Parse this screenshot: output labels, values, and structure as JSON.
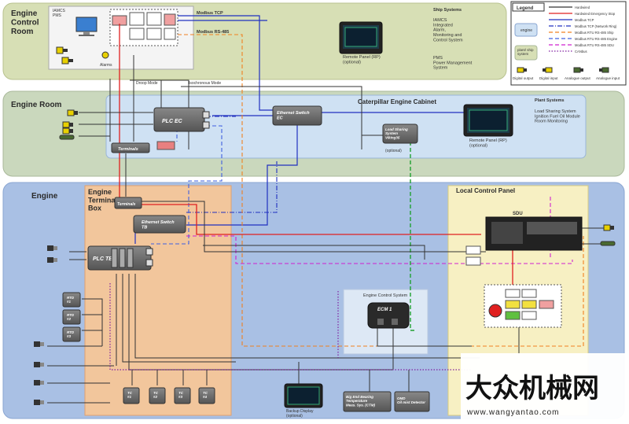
{
  "zones": {
    "engine_control_room": "Engine\nControl\nRoom",
    "engine_room": "Engine Room",
    "engine": "Engine",
    "engine_terminal_box": "Engine\nTerminal\nBox",
    "local_control_panel": "Local Control Panel",
    "cat_cabinet": "Caterpillar Engine Cabinet",
    "engine_control_system": "Engine Control System"
  },
  "ship_systems": {
    "title": "Ship Systems",
    "iamcs": "IAMCS\nIntegrated\nAlarm,\nMonitoring and\nControl System",
    "pms": "PMS\nPower Management\nSystem"
  },
  "plant_systems": {
    "title": "Plant Systems",
    "items": "Load Sharing System\nIgnition Fuel Oil Module\nRoom Monitoring"
  },
  "labels": {
    "iamcs_pms": "IAMCS\nPMS",
    "alarms": "Alarms",
    "modbus_tcp": "Modbus TCP",
    "modbus_rs485": "Modbus RS-485",
    "droop_mode": "Droop Mode",
    "isochronous_mode": "Isochronous Mode",
    "remote_panel_top": "Remote Panel (RP)\n(optional)",
    "remote_panel_mid": "Remote Panel (RP)\n(optional)",
    "plc_ec": "PLC EC",
    "ethernet_switch_ec": "Ethernet Switch\nEC",
    "terminals_er": "Terminals",
    "load_sharing": "Load Sharing\nSystem\nViking35",
    "optional": "(optional)",
    "terminals_etb": "Terminals",
    "ethernet_switch_tb": "Ethernet Switch\nTB",
    "plc_tb": "PLC TB",
    "sdu": "SDU",
    "ecm": "ECM 1",
    "rtd1": "RTD\n#1",
    "rtd2": "RTD\n#2",
    "rtd3": "RTD\n#3",
    "tc1": "TC\n#1",
    "tc2": "TC\n#2",
    "tc3": "TC\n#3",
    "tc4": "TC\n#4",
    "backup_display": "Backup Display\n(optional)",
    "big_end": "Big End Bearing\nTemperature\nMeas. Sys. (CTM)",
    "omd": "OMD\nOil mist Detector",
    "watermark_cn": "大众机械网",
    "watermark_url": "www.wangyantao.com"
  },
  "legend": {
    "title": "Legend",
    "entries": [
      {
        "label": "Hardwired",
        "color": "#333333",
        "style": "solid"
      },
      {
        "label": "Hardwired Emergency Stop",
        "color": "#e02020",
        "style": "solid"
      },
      {
        "label": "Modbus TCP",
        "color": "#2030c0",
        "style": "solid"
      },
      {
        "label": "Modbus TCP (Network Ring)",
        "color": "#2030c0",
        "style": "dashdot"
      },
      {
        "label": "Modbus RTU RS-485 Ship",
        "color": "#f08020",
        "style": "dash"
      },
      {
        "label": "Modbus RTU RS-485 Engine",
        "color": "#4060e0",
        "style": "dash"
      },
      {
        "label": "Modbus RTU RS-485 SDU",
        "color": "#d020d0",
        "style": "dash"
      },
      {
        "label": "CANbus",
        "color": "#8020a0",
        "style": "dot"
      }
    ],
    "engine_tag": "engine",
    "plant_tag": "plant/ ship\nsystem",
    "io": [
      "Digital output",
      "Digital input",
      "Analogue output",
      "Analogue input"
    ]
  },
  "colors": {
    "ecr_bg": "#d7dfb5",
    "er_bg": "#cad8bd",
    "engine_bg": "#a9c0e4",
    "etb_bg": "#f2c69c",
    "lcp_bg": "#f7f0c3",
    "cabinet_bg": "#cfe1f3",
    "hardwired": "#333333",
    "estop": "#e02020",
    "modbus_tcp": "#2030c0",
    "rs485_ship": "#f08020",
    "rs485_engine": "#4060e0",
    "rs485_sdu": "#d020d0",
    "green_dash": "#20a030"
  }
}
